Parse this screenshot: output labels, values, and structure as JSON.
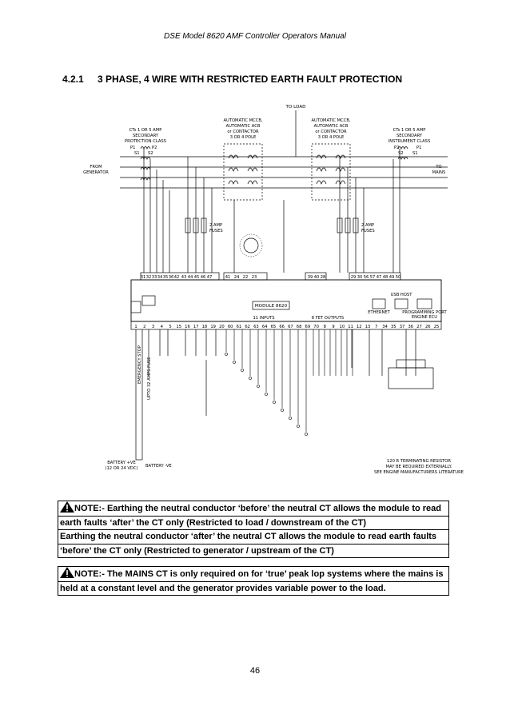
{
  "header": {
    "title": "DSE Model 8620 AMF Controller Operators Manual"
  },
  "section": {
    "number": "4.2.1",
    "title": "3 PHASE, 4 WIRE WITH RESTRICTED EARTH FAULT PROTECTION"
  },
  "diagram": {
    "to_load": "TO LOAD",
    "breaker_left": [
      "AUTOMATIC MCCB,",
      "AUTOMATIC ACB",
      "or CONTACTOR",
      "3 OR 4 POLE"
    ],
    "breaker_right": [
      "AUTOMATIC MCCB,",
      "AUTOMATIC ACB",
      "or CONTACTOR",
      "3 OR 4 POLE"
    ],
    "ct_left": [
      "CTs 1 OR 5 AMP",
      "SECONDARY",
      "PROTECTION CLASS"
    ],
    "ct_right": [
      "CTs 1 OR 5 AMP",
      "SECONDARY",
      "INSTRUMENT CLASS"
    ],
    "ct_left_terms": [
      "P1",
      "P2",
      "S1",
      "S2"
    ],
    "ct_right_terms": [
      "P2",
      "P1",
      "S2",
      "S1"
    ],
    "from_generator": [
      "FROM",
      "GENERATOR"
    ],
    "to_mains": [
      "TO",
      "MAINS"
    ],
    "fuses_left": [
      "2 AMP",
      "FUSES"
    ],
    "fuses_right": [
      "2 AMP",
      "FUSES"
    ],
    "module_label": "MODULE 8620",
    "fuel_switch": "UPTO 32 AMPS FUSE",
    "emergency_stop": "EMERGENCY STOP",
    "battery": [
      "BATTERY +VE",
      "(12 OR 24 VDC)"
    ],
    "battery_neg": "BATTERY -VE",
    "terminating": [
      "120 R TERMINATING RESISTOR",
      "MAY BE REQUIRED EXTERNALLY.",
      "SEE ENGINE MANUFACTURERS LITERATURE"
    ],
    "top_terminals": [
      "31",
      "32",
      "33",
      "34",
      "35",
      "36",
      "42",
      "43",
      "44",
      "45",
      "46",
      "47",
      "41",
      "24",
      "22",
      "23",
      "39",
      "40",
      "28",
      "29",
      "30",
      "56",
      "57",
      "47",
      "48",
      "49",
      "50"
    ],
    "bottom_terminals": [
      "1",
      "2",
      "3",
      "4",
      "5",
      "15",
      "16",
      "17",
      "18",
      "19",
      "20",
      "60",
      "61",
      "62",
      "63",
      "64",
      "65",
      "66",
      "67",
      "68",
      "69",
      "70",
      "8",
      "9",
      "10",
      "11",
      "12",
      "13",
      "7",
      "34",
      "35",
      "37",
      "36",
      "27",
      "26",
      "25"
    ],
    "inputs_label": "11 INPUTS",
    "outputs_label": "8 FET OUTPUTS",
    "eth_label": "ETHERNET",
    "usb_label": "USB HOST",
    "prog_label": "PROGRAMMING PORT",
    "can_label": "ENGINE ECU"
  },
  "notes": [
    {
      "lines": [
        "NOTE:- Earthing the neutral conductor ‘before’ the neutral CT allows the module to read",
        "earth faults ‘after’ the CT only (Restricted to load / downstream of the CT)",
        "Earthing the neutral conductor ‘after’ the neutral CT allows the module to read earth faults",
        "‘before’ the CT only (Restricted to generator / upstream of the CT)"
      ]
    },
    {
      "lines": [
        "NOTE:- The MAINS CT is only required on for ‘true’ peak lop systems where the mains is",
        "held at a constant level and the generator provides variable power to the load."
      ]
    }
  ],
  "page_number": "46"
}
